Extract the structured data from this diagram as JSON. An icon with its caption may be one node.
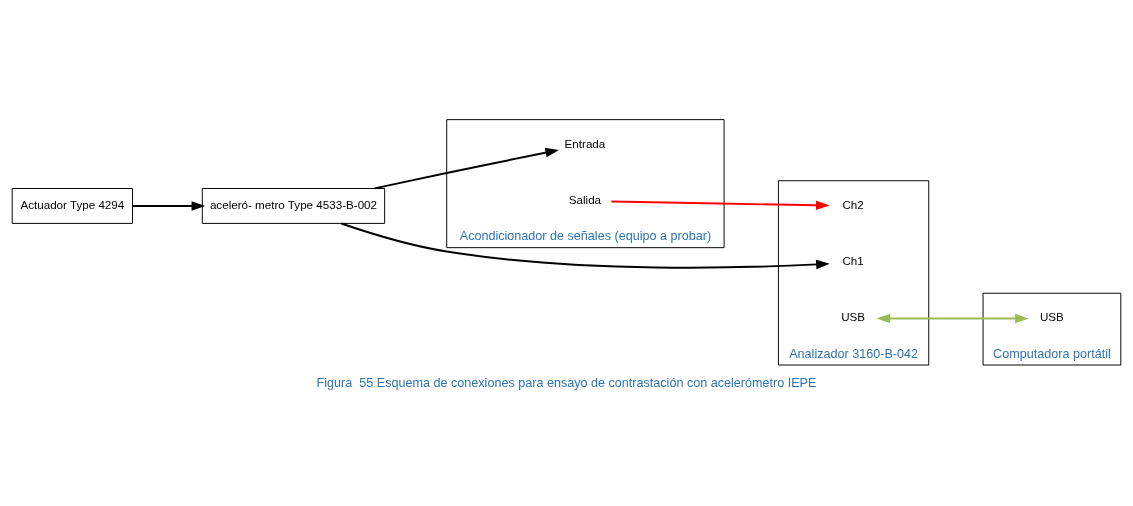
{
  "diagram": {
    "caption": "Figura  55 Esquema de conexiones para ensayo de contrastación con acelerómetro IEPE",
    "nodes": [
      {
        "text": [
          "aceleró- metro Type 4533-B-002"
        ]
      },
      {
        "text": [
          "Actuador Type 4294"
        ]
      },
      {
        "text": [
          "Acondicionador de señales (equipo a probar)"
        ]
      },
      {
        "text": [
          "Entrada"
        ],
        "in": 2
      },
      {
        "text": [
          "Salida"
        ],
        "in": 2
      },
      {
        "text": [
          "Analizador 3160-B-042"
        ]
      },
      {
        "text": [
          "Ch1"
        ],
        "in": 5
      },
      {
        "text": [
          "Ch2"
        ],
        "in": 5
      },
      {
        "text": [
          "USB"
        ],
        "in": 5
      },
      {
        "text": [
          "Computadora portátil"
        ]
      },
      {
        "text": [
          "USB"
        ],
        "in": 9
      }
    ],
    "edges": [
      {
        "from": 1,
        "to": 0,
        "arrow": "to"
      },
      {
        "from": 0,
        "to": 3,
        "arrow": "to"
      },
      {
        "from": 0,
        "to": 6,
        "arrow": "to"
      },
      {
        "from": 4,
        "to": 7,
        "arrow": "to",
        "color": "#ff0000"
      },
      {
        "from": 8,
        "to": 10,
        "arrow": "both",
        "color": "#9bbb59"
      }
    ]
  }
}
